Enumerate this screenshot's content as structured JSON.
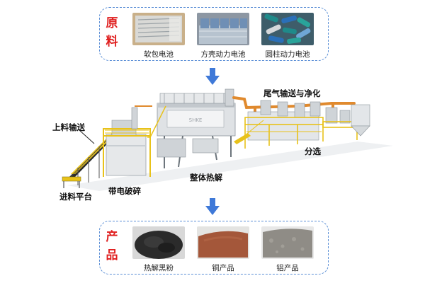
{
  "materials": {
    "title": "原料",
    "items": [
      {
        "label": "软包电池"
      },
      {
        "label": "方壳动力电池"
      },
      {
        "label": "圆柱动力电池"
      }
    ]
  },
  "process": {
    "feed_conveyor": "上料输送",
    "feed_platform": "进料平台",
    "shredding": "带电破碎",
    "pyrolysis": "整体热解",
    "exhaust": "尾气输送与净化",
    "sorting": "分选",
    "furnace_plate": "SHKE"
  },
  "products": {
    "title": "产品",
    "items": [
      {
        "label": "热解黑粉"
      },
      {
        "label": "铜产品"
      },
      {
        "label": "铝产品"
      }
    ]
  },
  "colors": {
    "panel_border": "#5b8fd6",
    "title_red": "#e02020",
    "arrow_blue": "#3f79d8",
    "duct_orange": "#e08a2e",
    "structure_yellow": "#e8c21a"
  }
}
